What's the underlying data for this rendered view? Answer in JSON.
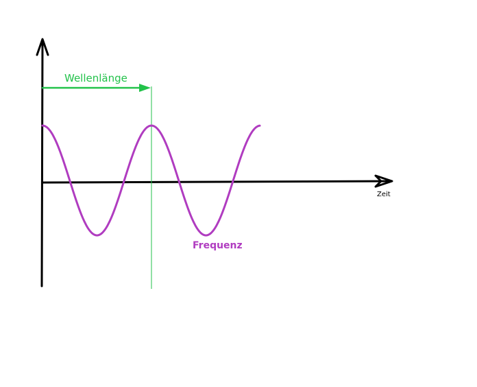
{
  "labels": {
    "wavelength": "Wellenlänge",
    "frequency": "Frequenz",
    "time_axis": "Zeit"
  },
  "colors": {
    "axis": "#000000",
    "wave": "#b03cc0",
    "wavelength": "#22c24a",
    "time_label": "#000000"
  },
  "wave": {
    "cycles_shown": 2
  }
}
